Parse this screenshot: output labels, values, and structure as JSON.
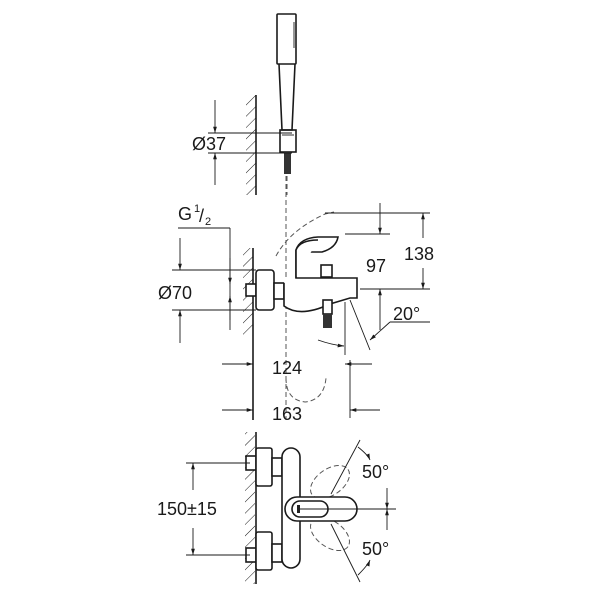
{
  "drawing": {
    "type": "technical dimension drawing",
    "subject": "wall-mounted single-lever bath/shower mixer with hand shower",
    "views": [
      "hand-shower-holder-side",
      "mixer-side",
      "mixer-front"
    ]
  },
  "dimensions": {
    "holder_diameter": "Ø37",
    "thread": {
      "main": "G ",
      "frac_num": "1",
      "frac_den": "2"
    },
    "escutcheon_diameter": "Ø70",
    "lever_height": "97",
    "total_height": "138",
    "spout_angle": "20°",
    "spout_projection": "124",
    "total_projection": "163",
    "centers": "150±15",
    "lever_angle_up": "50°",
    "lever_angle_down": "50°"
  },
  "colors": {
    "line": "#1a1a1a",
    "background": "#ffffff",
    "dashed": "#555555"
  }
}
